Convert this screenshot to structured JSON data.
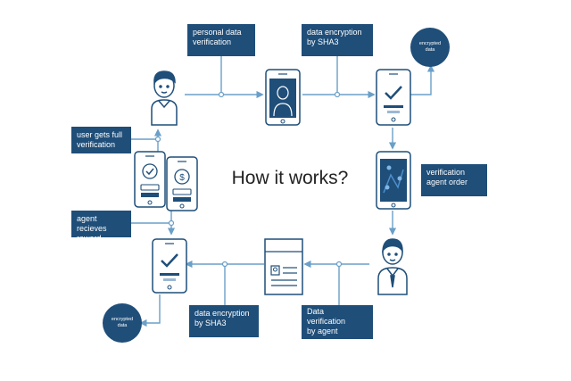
{
  "title": "How it works?",
  "colors": {
    "primary": "#1f4e79",
    "line": "#6a9fc8",
    "accent": "#4a8fcc"
  },
  "labels": {
    "personal_data_verification": "personal data\nverification",
    "data_encryption_top": "data encryption\nby SHA3",
    "verification_agent_order": "verification\nagent order",
    "user_gets_full_verification": "user gets full\nverification",
    "agent_recieves_reward": "agent recieves\nreward",
    "data_encryption_bottom": "data encryption\nby SHA3",
    "data_verification_by_agent": "Data\nverification\nby agent"
  },
  "encrypted_top": "encrypted\ndata",
  "encrypted_bottom": "encrypted\ndata",
  "icons": [
    "user-avatar-icon",
    "phone-id-icon",
    "phone-check-icon",
    "phone-map-icon",
    "agent-avatar-icon",
    "document-icon",
    "phone-check-bottom-icon",
    "phone-check-left-icon",
    "phone-coin-icon"
  ]
}
